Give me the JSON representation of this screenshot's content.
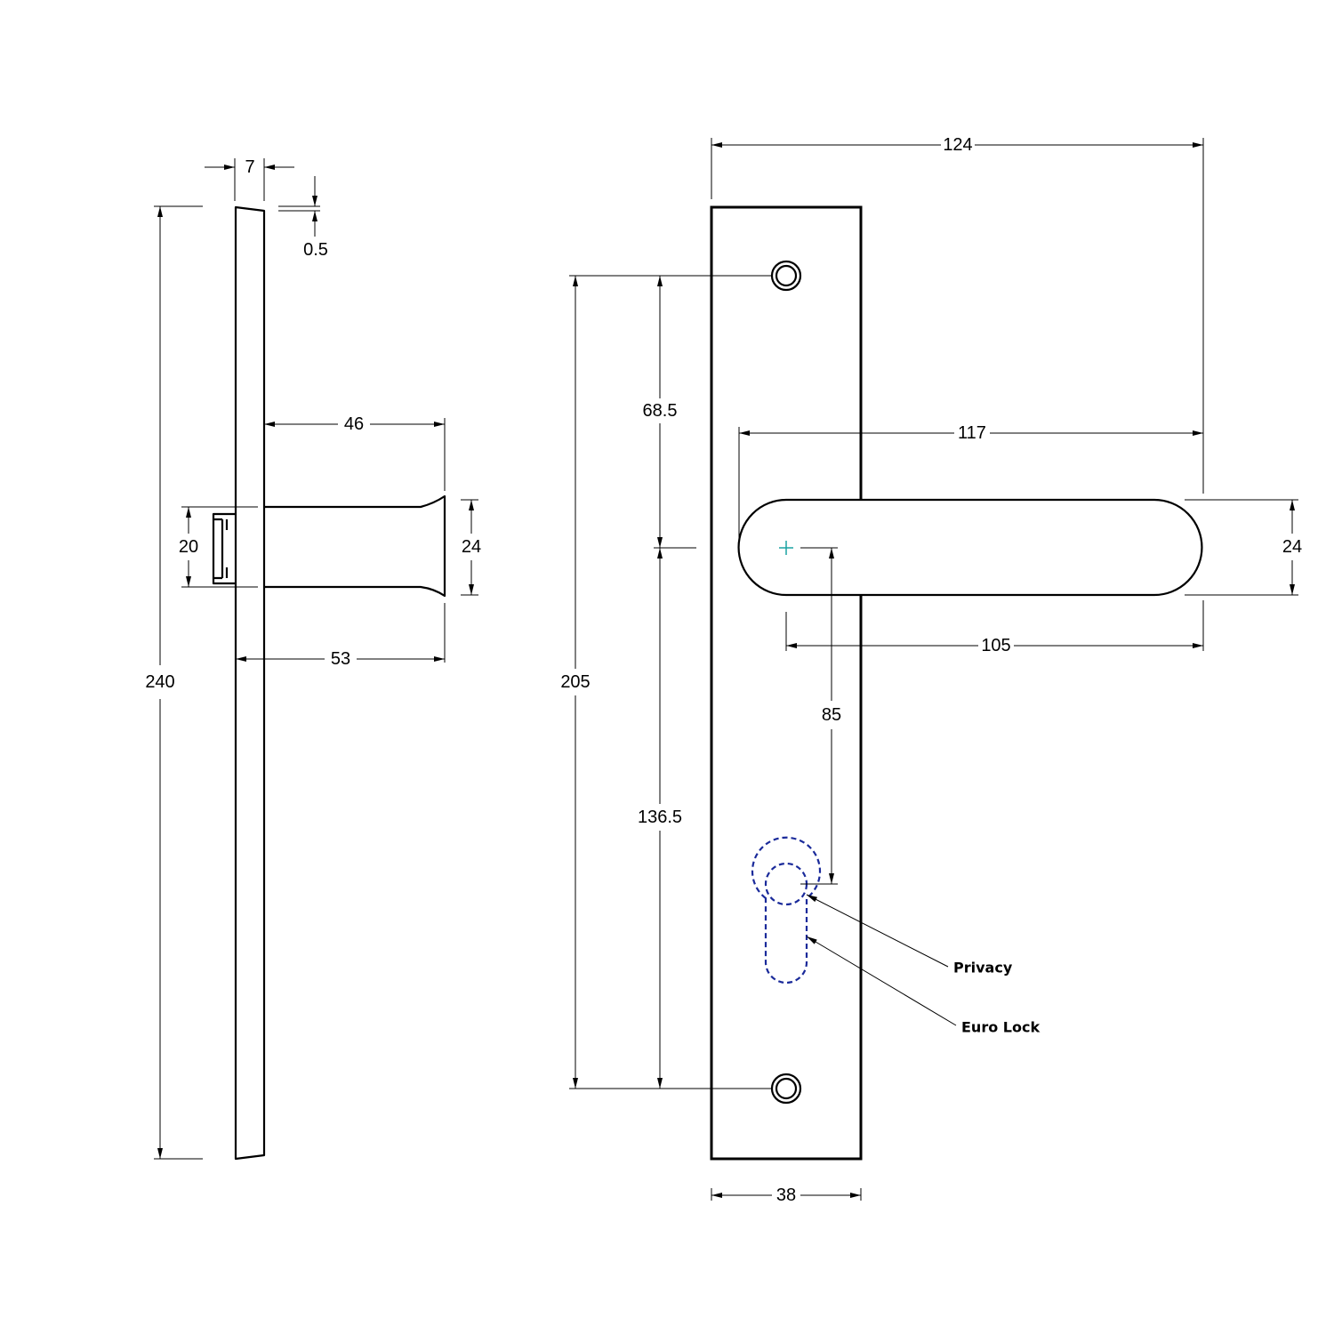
{
  "side_view": {
    "dimensions": {
      "plate_thickness": "7",
      "edge_chamfer": "0.5",
      "overall_height": "240",
      "lever_length": "46",
      "spindle_height": "20",
      "lever_end_height": "24",
      "total_depth": "53"
    }
  },
  "front_view": {
    "dimensions": {
      "overall_width": "124",
      "lever_span": "117",
      "lever_height": "24",
      "lever_reach": "105",
      "top_fixing_to_spindle": "68.5",
      "fixing_centres": "205",
      "spindle_to_bottom_fixing": "136.5",
      "backset": "85",
      "plate_width": "38"
    },
    "callouts": {
      "privacy": "Privacy",
      "euro_lock": "Euro Lock"
    }
  },
  "colors": {
    "outline": "#000000",
    "lock_cutout": "#1a2a9a",
    "centre_mark": "#1aa3a3"
  }
}
